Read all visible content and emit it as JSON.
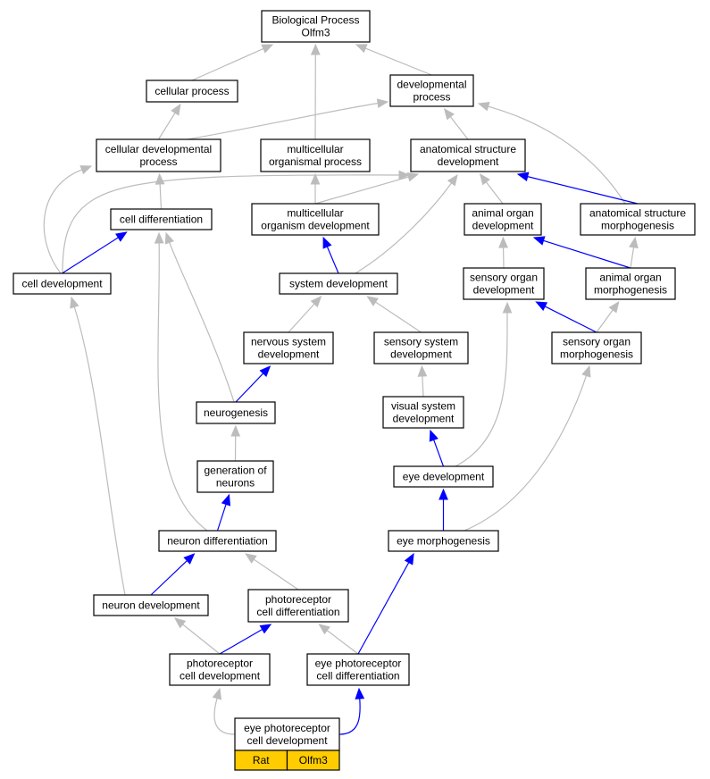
{
  "nodes": [
    {
      "id": "bp",
      "lines": [
        "Biological Process",
        "Olfm3"
      ]
    },
    {
      "id": "cellular_process",
      "lines": [
        "cellular process"
      ]
    },
    {
      "id": "developmental_process",
      "lines": [
        "developmental",
        "process"
      ]
    },
    {
      "id": "cellular_developmental_process",
      "lines": [
        "cellular developmental",
        "process"
      ]
    },
    {
      "id": "multicellular_organismal_process",
      "lines": [
        "multicellular",
        "organismal process"
      ]
    },
    {
      "id": "anatomical_structure_development",
      "lines": [
        "anatomical structure",
        "development"
      ]
    },
    {
      "id": "cell_differentiation",
      "lines": [
        "cell differentiation"
      ]
    },
    {
      "id": "multicellular_organism_development",
      "lines": [
        "multicellular",
        "organism development"
      ]
    },
    {
      "id": "animal_organ_development",
      "lines": [
        "animal organ",
        "development"
      ]
    },
    {
      "id": "anatomical_structure_morphogenesis",
      "lines": [
        "anatomical structure",
        "morphogenesis"
      ]
    },
    {
      "id": "cell_development",
      "lines": [
        "cell development"
      ]
    },
    {
      "id": "system_development",
      "lines": [
        "system development"
      ]
    },
    {
      "id": "sensory_organ_development",
      "lines": [
        "sensory organ",
        "development"
      ]
    },
    {
      "id": "animal_organ_morphogenesis",
      "lines": [
        "animal organ",
        "morphogenesis"
      ]
    },
    {
      "id": "nervous_system_development",
      "lines": [
        "nervous system",
        "development"
      ]
    },
    {
      "id": "sensory_system_development",
      "lines": [
        "sensory system",
        "development"
      ]
    },
    {
      "id": "sensory_organ_morphogenesis",
      "lines": [
        "sensory organ",
        "morphogenesis"
      ]
    },
    {
      "id": "neurogenesis",
      "lines": [
        "neurogenesis"
      ]
    },
    {
      "id": "visual_system_development",
      "lines": [
        "visual system",
        "development"
      ]
    },
    {
      "id": "generation_of_neurons",
      "lines": [
        "generation of",
        "neurons"
      ]
    },
    {
      "id": "eye_development",
      "lines": [
        "eye development"
      ]
    },
    {
      "id": "neuron_differentiation",
      "lines": [
        "neuron differentiation"
      ]
    },
    {
      "id": "eye_morphogenesis",
      "lines": [
        "eye morphogenesis"
      ]
    },
    {
      "id": "neuron_development",
      "lines": [
        "neuron development"
      ]
    },
    {
      "id": "photoreceptor_cell_differentiation",
      "lines": [
        "photoreceptor",
        "cell differentiation"
      ]
    },
    {
      "id": "photoreceptor_cell_development",
      "lines": [
        "photoreceptor",
        "cell development"
      ]
    },
    {
      "id": "eye_photoreceptor_cell_differentiation",
      "lines": [
        "eye photoreceptor",
        "cell differentiation"
      ]
    },
    {
      "id": "eye_photoreceptor_cell_development",
      "lines": [
        "eye photoreceptor",
        "cell development"
      ],
      "table": [
        "Rat",
        "Olfm3"
      ]
    }
  ],
  "edges": [
    {
      "from": "cellular_process",
      "to": "bp",
      "color": "gray"
    },
    {
      "from": "developmental_process",
      "to": "bp",
      "color": "gray"
    },
    {
      "from": "multicellular_organismal_process",
      "to": "bp",
      "color": "gray"
    },
    {
      "from": "cellular_developmental_process",
      "to": "cellular_process",
      "color": "gray"
    },
    {
      "from": "cellular_developmental_process",
      "to": "developmental_process",
      "color": "gray"
    },
    {
      "from": "anatomical_structure_development",
      "to": "developmental_process",
      "color": "gray"
    },
    {
      "from": "anatomical_structure_morphogenesis",
      "to": "developmental_process",
      "color": "gray"
    },
    {
      "from": "cell_differentiation",
      "to": "cellular_developmental_process",
      "color": "gray"
    },
    {
      "from": "cell_development",
      "to": "cellular_developmental_process",
      "color": "gray"
    },
    {
      "from": "multicellular_organism_development",
      "to": "multicellular_organismal_process",
      "color": "gray"
    },
    {
      "from": "multicellular_organism_development",
      "to": "anatomical_structure_development",
      "color": "gray"
    },
    {
      "from": "animal_organ_development",
      "to": "anatomical_structure_development",
      "color": "gray"
    },
    {
      "from": "anatomical_structure_morphogenesis",
      "to": "anatomical_structure_development",
      "color": "blue"
    },
    {
      "from": "cell_development",
      "to": "anatomical_structure_development",
      "color": "gray"
    },
    {
      "from": "system_development",
      "to": "anatomical_structure_development",
      "color": "gray"
    },
    {
      "from": "cell_development",
      "to": "cell_differentiation",
      "color": "blue"
    },
    {
      "from": "system_development",
      "to": "multicellular_organism_development",
      "color": "blue"
    },
    {
      "from": "sensory_organ_development",
      "to": "animal_organ_development",
      "color": "gray"
    },
    {
      "from": "animal_organ_morphogenesis",
      "to": "animal_organ_development",
      "color": "blue"
    },
    {
      "from": "animal_organ_morphogenesis",
      "to": "anatomical_structure_morphogenesis",
      "color": "gray"
    },
    {
      "from": "nervous_system_development",
      "to": "system_development",
      "color": "gray"
    },
    {
      "from": "sensory_system_development",
      "to": "system_development",
      "color": "gray"
    },
    {
      "from": "sensory_organ_morphogenesis",
      "to": "sensory_organ_development",
      "color": "blue"
    },
    {
      "from": "sensory_organ_morphogenesis",
      "to": "animal_organ_morphogenesis",
      "color": "gray"
    },
    {
      "from": "neurogenesis",
      "to": "nervous_system_development",
      "color": "blue"
    },
    {
      "from": "neurogenesis",
      "to": "cell_differentiation",
      "color": "gray"
    },
    {
      "from": "visual_system_development",
      "to": "sensory_system_development",
      "color": "gray"
    },
    {
      "from": "generation_of_neurons",
      "to": "neurogenesis",
      "color": "gray"
    },
    {
      "from": "eye_development",
      "to": "visual_system_development",
      "color": "blue"
    },
    {
      "from": "eye_development",
      "to": "sensory_organ_development",
      "color": "gray"
    },
    {
      "from": "neuron_differentiation",
      "to": "generation_of_neurons",
      "color": "blue"
    },
    {
      "from": "neuron_differentiation",
      "to": "cell_differentiation",
      "color": "gray"
    },
    {
      "from": "eye_morphogenesis",
      "to": "eye_development",
      "color": "blue"
    },
    {
      "from": "eye_morphogenesis",
      "to": "sensory_organ_morphogenesis",
      "color": "gray"
    },
    {
      "from": "neuron_development",
      "to": "neuron_differentiation",
      "color": "blue"
    },
    {
      "from": "neuron_development",
      "to": "cell_development",
      "color": "gray"
    },
    {
      "from": "photoreceptor_cell_differentiation",
      "to": "neuron_differentiation",
      "color": "gray"
    },
    {
      "from": "photoreceptor_cell_development",
      "to": "neuron_development",
      "color": "gray"
    },
    {
      "from": "photoreceptor_cell_development",
      "to": "photoreceptor_cell_differentiation",
      "color": "blue"
    },
    {
      "from": "eye_photoreceptor_cell_differentiation",
      "to": "photoreceptor_cell_differentiation",
      "color": "gray"
    },
    {
      "from": "eye_photoreceptor_cell_differentiation",
      "to": "eye_morphogenesis",
      "color": "blue"
    },
    {
      "from": "eye_photoreceptor_cell_development",
      "to": "photoreceptor_cell_development",
      "color": "gray"
    },
    {
      "from": "eye_photoreceptor_cell_development",
      "to": "eye_photoreceptor_cell_differentiation",
      "color": "blue"
    }
  ],
  "colors": {
    "gray_edge": "#bcbcbc",
    "blue_edge": "#0000ff",
    "annotation_cell": "#ffcc00"
  }
}
